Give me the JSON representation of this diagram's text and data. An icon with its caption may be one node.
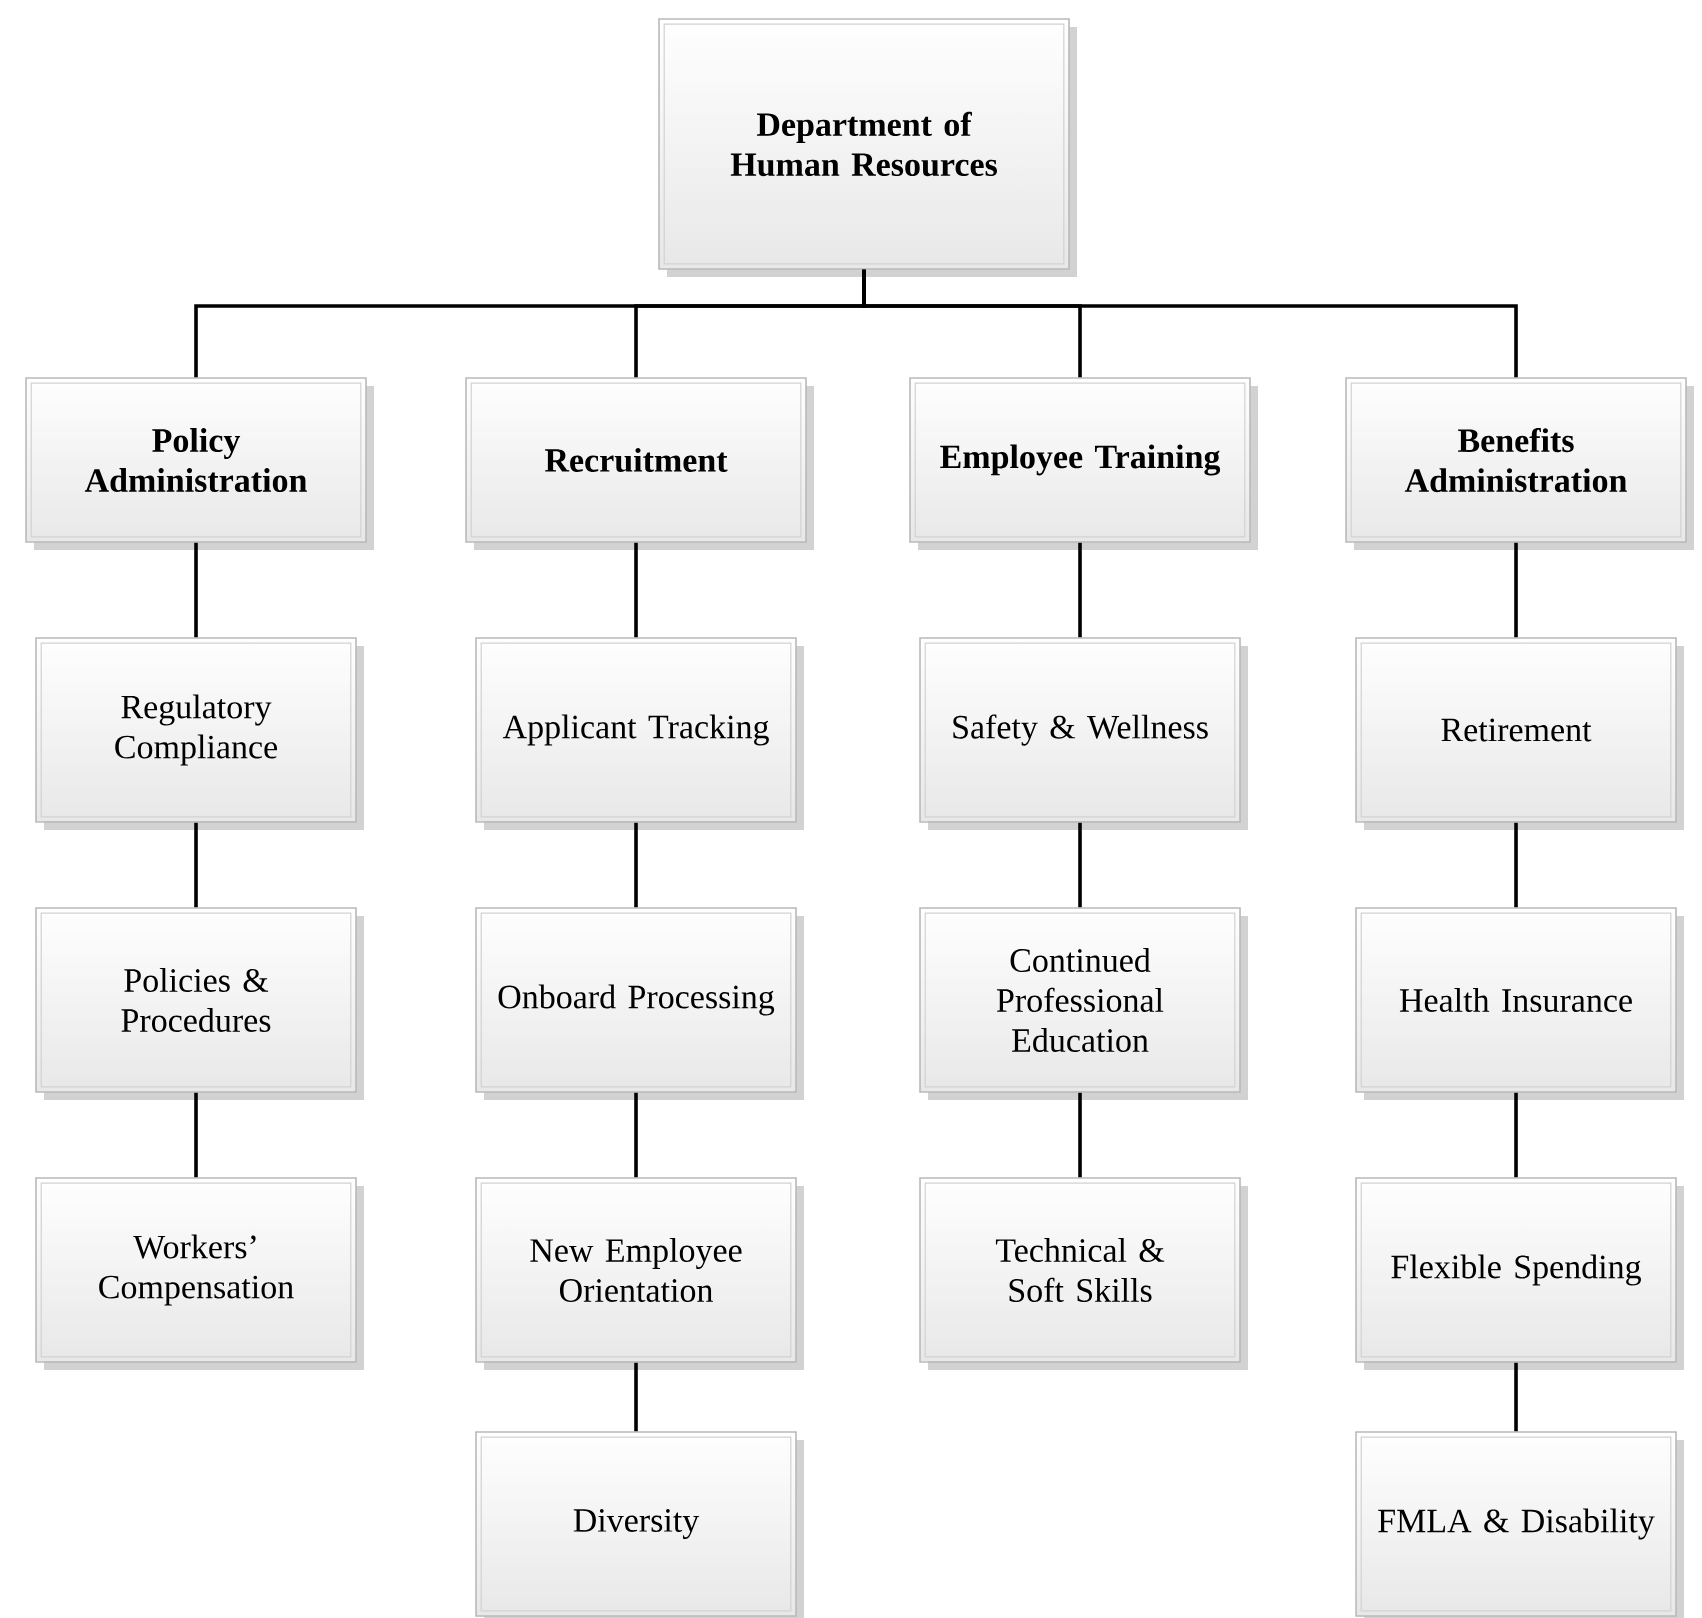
{
  "diagram": {
    "nodes": [
      {
        "text": [
          "Department of Human Resources"
        ]
      },
      {
        "text": [
          "Policy Administration"
        ]
      },
      {
        "text": [
          "Recruitment"
        ]
      },
      {
        "text": [
          "Employee Training"
        ]
      },
      {
        "text": [
          "Benefits Administration"
        ]
      },
      {
        "text": [
          "Regulatory Compliance"
        ]
      },
      {
        "text": [
          "Policies & Procedures"
        ]
      },
      {
        "text": [
          "Workers’ Compensation"
        ]
      },
      {
        "text": [
          "Applicant Tracking"
        ]
      },
      {
        "text": [
          "Onboard Processing"
        ]
      },
      {
        "text": [
          "New Employee Orientation"
        ]
      },
      {
        "text": [
          "Diversity"
        ]
      },
      {
        "text": [
          "Safety & Wellness"
        ]
      },
      {
        "text": [
          "Continued Professional Education"
        ]
      },
      {
        "text": [
          "Technical & Soft Skills"
        ]
      },
      {
        "text": [
          "Retirement"
        ]
      },
      {
        "text": [
          "Health Insurance"
        ]
      },
      {
        "text": [
          "Flexible Spending"
        ]
      },
      {
        "text": [
          "FMLA & Disability"
        ]
      }
    ],
    "edges": [
      {
        "from": 0,
        "to": 1,
        "arrow": "none"
      },
      {
        "from": 0,
        "to": 2,
        "arrow": "none"
      },
      {
        "from": 0,
        "to": 3,
        "arrow": "none"
      },
      {
        "from": 0,
        "to": 4,
        "arrow": "none"
      },
      {
        "from": 1,
        "to": 5,
        "arrow": "none"
      },
      {
        "from": 5,
        "to": 6,
        "arrow": "none"
      },
      {
        "from": 6,
        "to": 7,
        "arrow": "none"
      },
      {
        "from": 2,
        "to": 8,
        "arrow": "none"
      },
      {
        "from": 8,
        "to": 9,
        "arrow": "none"
      },
      {
        "from": 9,
        "to": 10,
        "arrow": "none"
      },
      {
        "from": 10,
        "to": 11,
        "arrow": "none"
      },
      {
        "from": 3,
        "to": 12,
        "arrow": "none"
      },
      {
        "from": 12,
        "to": 13,
        "arrow": "none"
      },
      {
        "from": 13,
        "to": 14,
        "arrow": "none"
      },
      {
        "from": 4,
        "to": 15,
        "arrow": "none"
      },
      {
        "from": 15,
        "to": 16,
        "arrow": "none"
      },
      {
        "from": 16,
        "to": 17,
        "arrow": "none"
      },
      {
        "from": 17,
        "to": 18,
        "arrow": "none"
      }
    ]
  }
}
